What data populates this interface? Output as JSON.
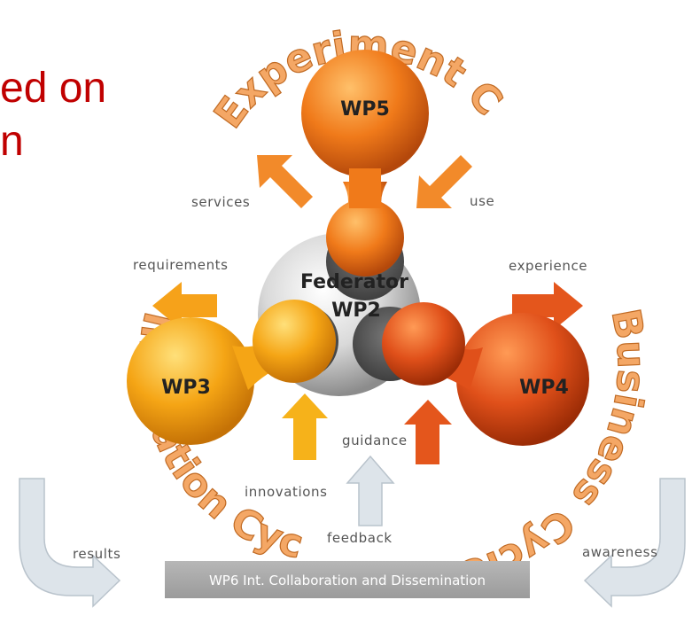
{
  "slide_title_fragment": [
    "ed on",
    "n"
  ],
  "nodes": {
    "wp5": "WP5",
    "wp3": "WP3",
    "wp4": "WP4",
    "federator": "Federator",
    "wp2": "WP2"
  },
  "cycles": {
    "experiment": "Experiment Cycle",
    "innovation": "Innovation Cycle",
    "business_1": "Business",
    "business_2": "Cycle"
  },
  "flows": {
    "services": "services",
    "use": "use",
    "requirements": "requirements",
    "experience": "experience",
    "guidance": "guidance",
    "innovations": "innovations",
    "feedback": "feedback",
    "results": "results",
    "awareness": "awareness"
  },
  "bottom_bar": "WP6 Int. Collaboration and Dissemination",
  "colors": {
    "title_red": "#c00000",
    "wp5_orange": "#f07a1a",
    "wp3_yellow": "#f5a515",
    "wp4_red": "#e0501a",
    "hub_gray": "#d8d8d8",
    "cycle_text": "#f4a765",
    "arrow_gray": "#dde4ea",
    "bar_gray": "#a9a9a9"
  }
}
